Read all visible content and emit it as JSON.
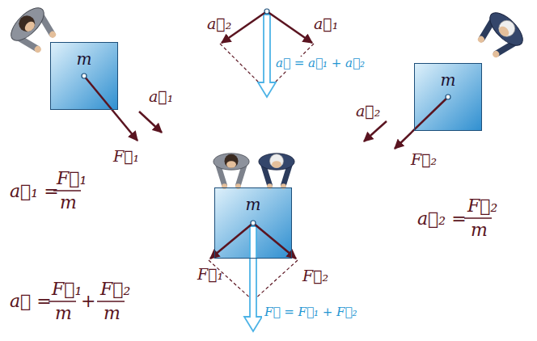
{
  "diagram": {
    "nodes": [
      {
        "text": [
          "m"
        ]
      },
      {
        "text": [
          "m"
        ]
      },
      {
        "text": [
          "m"
        ]
      }
    ],
    "labels": [
      "a⃗₁",
      "F⃗₁",
      "a⃗₁ =",
      "F⃗₁",
      "m",
      "a⃗₂",
      "a⃗₁",
      "a⃗ = a⃗₁ + a⃗₂",
      "a⃗₂",
      "F⃗₂",
      "a⃗₂ =",
      "F⃗₂",
      "m",
      "F⃗₁",
      "F⃗₂",
      "F⃗ = F⃗₁ + F⃗₂",
      "a⃗ =",
      "F⃗₁",
      "m",
      "+",
      "F⃗₂",
      "m"
    ]
  }
}
